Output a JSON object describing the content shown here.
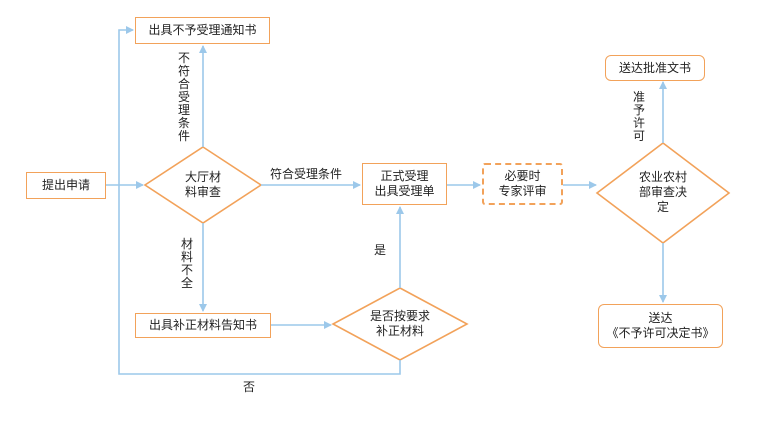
{
  "nodes": {
    "apply": "提出申请",
    "hall_review": "大厅材\n料审查",
    "reject_notice": "出具不予受理通知书",
    "formal_accept": "正式受理\n出具受理单",
    "expert_review": "必要时\n专家评审",
    "ministry_review": "农业农村\n部审查决\n定",
    "deliver_approval": "送达批准文书",
    "deliver_denial": "送达\n《不予许可决定书》",
    "supplement_notice": "出具补正材料告知书",
    "supplemented": "是否按要求\n补正材料"
  },
  "edge_labels": {
    "not_meet": "不符合受理条件",
    "meet": "符合受理条件",
    "incomplete": "材料不全",
    "yes": "是",
    "no": "否",
    "approve": "准予许可"
  },
  "colors": {
    "box_border": "#f2a25a",
    "arrow": "#9cc8ea"
  }
}
